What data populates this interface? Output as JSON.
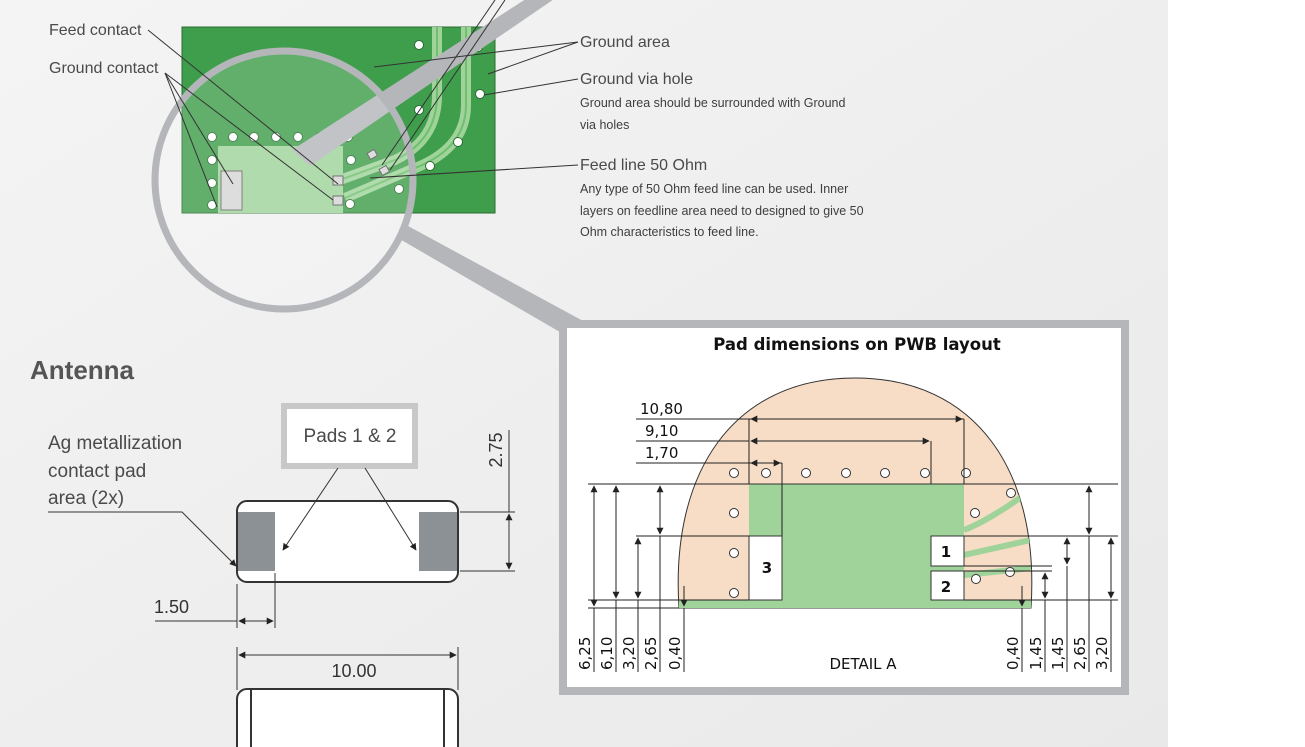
{
  "pcb_callouts": {
    "feed_contact": "Feed contact",
    "ground_contact": "Ground contact",
    "ground_area": "Ground area",
    "ground_via_hole": "Ground via hole",
    "ground_via_note_1": "Ground area should be surrounded with Ground",
    "ground_via_note_2": "via holes",
    "feed_line": "Feed line 50 Ohm",
    "feed_line_note_1": "Any type of 50 Ohm feed line can be used. Inner",
    "feed_line_note_2": "layers on feedline area need to designed to give 50",
    "feed_line_note_3": "Ohm characteristics to feed line."
  },
  "antenna": {
    "heading": "Antenna",
    "metal_label_1": "Ag metallization",
    "metal_label_2": "contact pad",
    "metal_label_3": "area (2x)",
    "pads_box": "Pads 1 & 2",
    "dim_height": "2.75",
    "dim_pad_width": "1.50",
    "dim_length": "10.00"
  },
  "detail": {
    "title": "Pad dimensions on PWB layout",
    "caption": "DETAIL A",
    "top_dims": [
      "10,80",
      "9,10",
      "1,70"
    ],
    "left_dims": [
      "6,25",
      "6,10",
      "3,20",
      "2,65",
      "0,40"
    ],
    "right_dims": [
      "0,40",
      "1,45",
      "1,45",
      "2,65",
      "3,20"
    ],
    "pad_numbers": [
      "1",
      "2",
      "3"
    ]
  },
  "colors": {
    "pcb_green": "#3f9e4b",
    "pad_green": "#9fd39a",
    "copper_zone": "#f7dcc6",
    "frame_gray": "#b4b6ba"
  }
}
